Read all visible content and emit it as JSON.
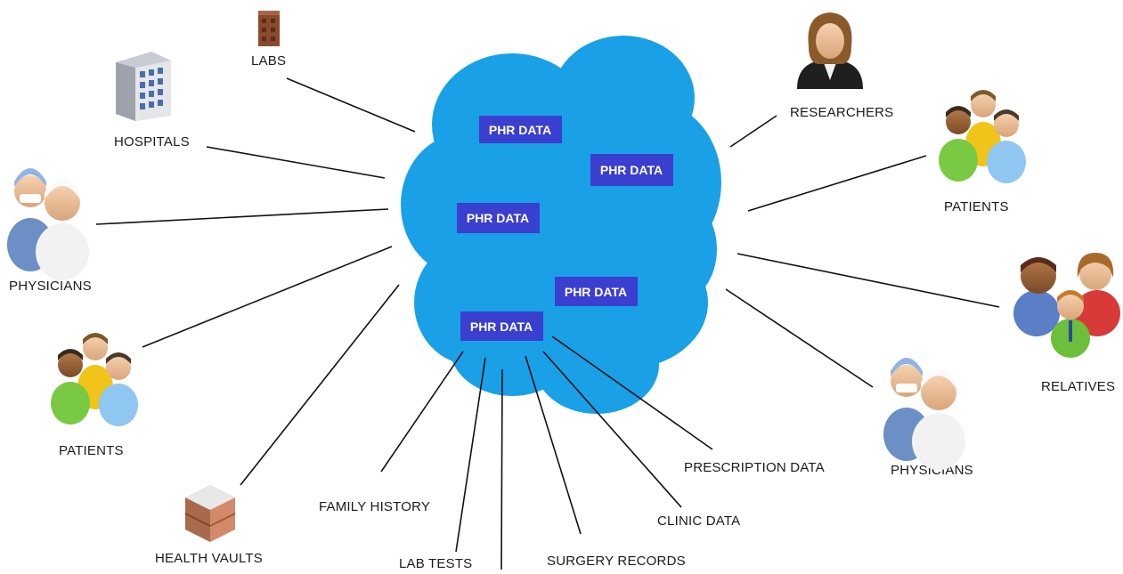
{
  "cloud_badges": [
    "PHR DATA",
    "PHR DATA",
    "PHR DATA",
    "PHR DATA",
    "PHR DATA"
  ],
  "labels": {
    "labs": "LABS",
    "hospitals": "HOSPITALS",
    "physicians_left": "PHYSICIANS",
    "patients_left": "PATIENTS",
    "health_vaults": "HEALTH VAULTS",
    "family_history": "FAMILY HISTORY",
    "lab_tests": "LAB TESTS",
    "surgery_records": "SURGERY RECORDS",
    "clinic_data": "CLINIC DATA",
    "prescription_data": "PRESCRIPTION DATA",
    "researchers": "RESEARCHERS",
    "patients_right": "PATIENTS",
    "relatives": "RELATIVES",
    "physicians_right": "PHYSICIANS"
  },
  "colors": {
    "cloud": "#1aa0e6",
    "badge": "#3a3fd0",
    "badge_text": "#ffffff",
    "line": "#111111"
  },
  "icons": {
    "labs": "lab-building-icon",
    "hospitals": "hospital-building-icon",
    "physicians": "doctor-nurse-icon",
    "patients": "patient-group-icon",
    "health_vaults": "vault-icon",
    "researchers": "researcher-icon",
    "relatives": "family-group-icon"
  }
}
